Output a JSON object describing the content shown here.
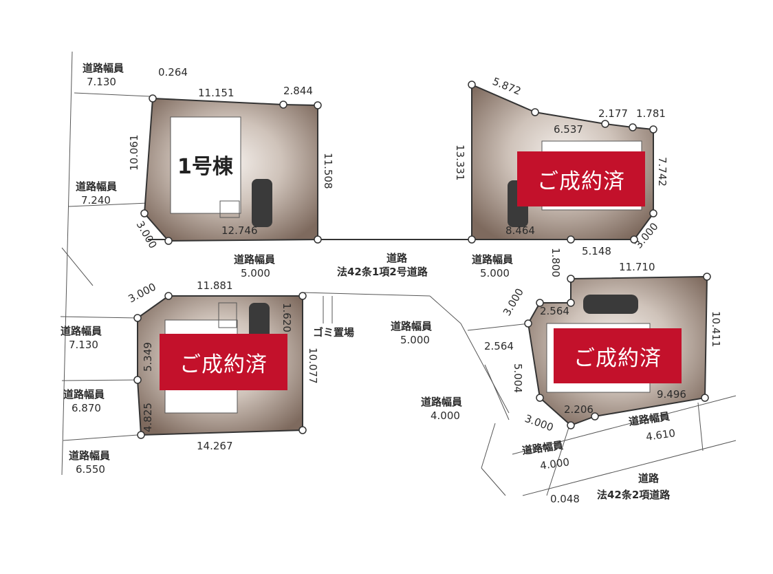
{
  "lots": {
    "lot1": {
      "label": "1号棟",
      "dims": {
        "top_main": "11.151",
        "top_right": "2.844",
        "left": "10.061",
        "right": "11.508",
        "bottom": "12.746",
        "corner": "3.000"
      },
      "road_top": {
        "label": "道路幅員",
        "value": "7.130"
      },
      "corner_top": "0.264",
      "road_left": {
        "label": "道路幅員",
        "value": "7.240"
      }
    },
    "lot2": {
      "badge": "ご成約済",
      "dims": {
        "top_left": "5.872",
        "top_mid": "6.537",
        "top_r1": "2.177",
        "top_r2": "1.781",
        "left": "13.331",
        "right": "7.742",
        "bottom": "8.464",
        "corner": "3.000"
      }
    },
    "lot3": {
      "badge": "ご成約済",
      "dims": {
        "top": "11.881",
        "corner": "3.000",
        "left_upper": "5.349",
        "left_lower": "4.825",
        "right_small": "1.620",
        "right": "10.077",
        "bottom": "14.267"
      },
      "roads_left": [
        {
          "label": "道路幅員",
          "value": "7.130"
        },
        {
          "label": "道路幅員",
          "value": "6.870"
        },
        {
          "label": "道路幅員",
          "value": "6.550"
        }
      ],
      "garbage": "ゴミ置場"
    },
    "lot4": {
      "badge": "ご成約済",
      "dims": {
        "top": "11.710",
        "corner_top": "3.000",
        "inner": "2.564",
        "outer": "2.564",
        "right": "10.411",
        "bottom": "9.496",
        "bottom_corner": "3.000",
        "bottom_small": "2.206",
        "left": "5.004",
        "gap": "1.800",
        "cut": "5.148"
      }
    }
  },
  "roads": {
    "main": {
      "title": "道路",
      "subtitle": "法42条1項2号道路"
    },
    "left_width": {
      "label": "道路幅員",
      "value": "5.000"
    },
    "right_width": {
      "label": "道路幅員",
      "value": "5.000"
    },
    "south_width": {
      "label": "道路幅員",
      "value": "5.000"
    },
    "branch_width": {
      "label": "道路幅員",
      "value": "4.000"
    },
    "bottom_width": {
      "label": "道路幅員",
      "value": "4.000"
    },
    "bottom_right_width": {
      "label": "道路幅員",
      "value": "4.610"
    },
    "bottom_road": {
      "title": "道路",
      "subtitle": "法42条2項道路"
    },
    "small_offset": "0.048"
  },
  "colors": {
    "lot_fill": "#8a776b",
    "badge": "#c3112b",
    "line": "#333333"
  }
}
